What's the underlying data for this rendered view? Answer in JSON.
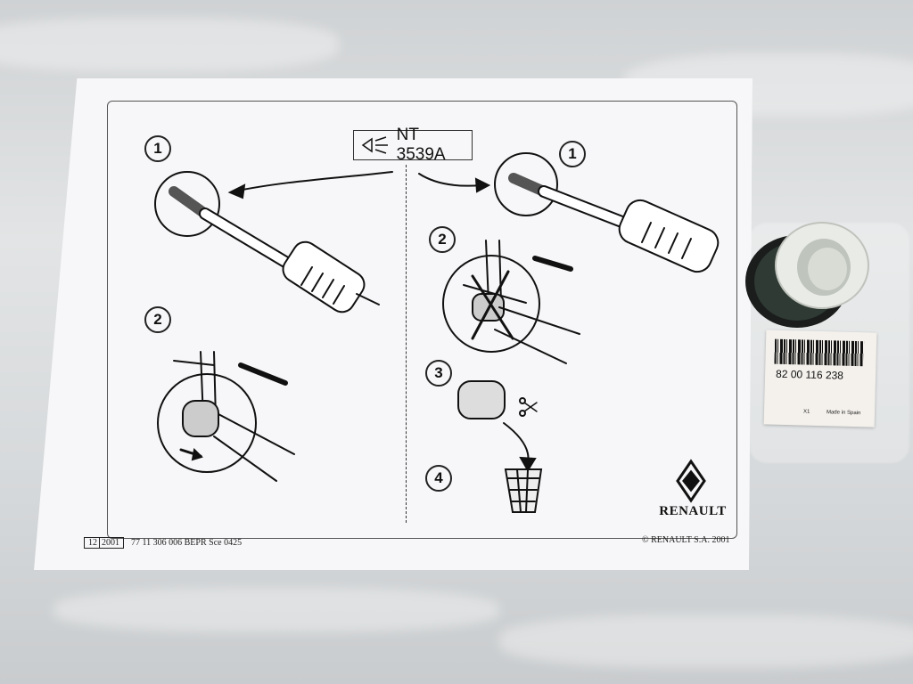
{
  "instruction_sheet": {
    "tool_reference": "NT 3539A",
    "steps_left": [
      "1",
      "2"
    ],
    "steps_right": [
      "1",
      "2",
      "3",
      "4"
    ],
    "brand": "RENAULT",
    "footer": {
      "date_month": "12",
      "date_year": "2001",
      "doc_code": "77 11 306 006 BEPR Sce 0425",
      "copyright": "© RENAULT S.A. 2001"
    }
  },
  "part_label": {
    "part_number": "82 00 116 238",
    "quantity": "X1",
    "origin": "Made in Spain"
  }
}
